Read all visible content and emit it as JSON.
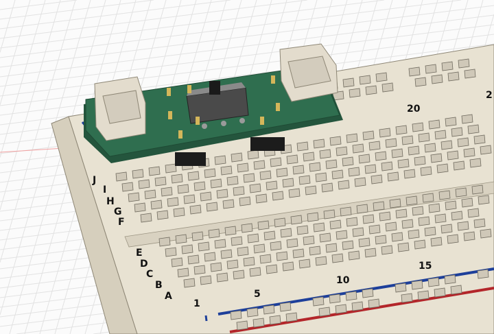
{
  "scene": {
    "row_labels_top": [
      "J",
      "I",
      "H",
      "G",
      "F"
    ],
    "row_labels_bottom": [
      "E",
      "D",
      "C",
      "B",
      "A"
    ],
    "column_labels_bottom": [
      "1",
      "5",
      "10",
      "15"
    ],
    "column_labels_top": [
      "20",
      "2"
    ],
    "colors": {
      "background": "#fbfbfb",
      "grid": "#e2e2e2",
      "breadboard": "#e8e2d2",
      "breadboard_side": "#d6cfbd",
      "hole": "#cfc8b8",
      "pcb": "#2f6e4f",
      "connector": "#e3dccd",
      "switch": "#4a4a4a",
      "rail_blue": "#1d3f9a",
      "rail_red": "#b3262a"
    }
  }
}
